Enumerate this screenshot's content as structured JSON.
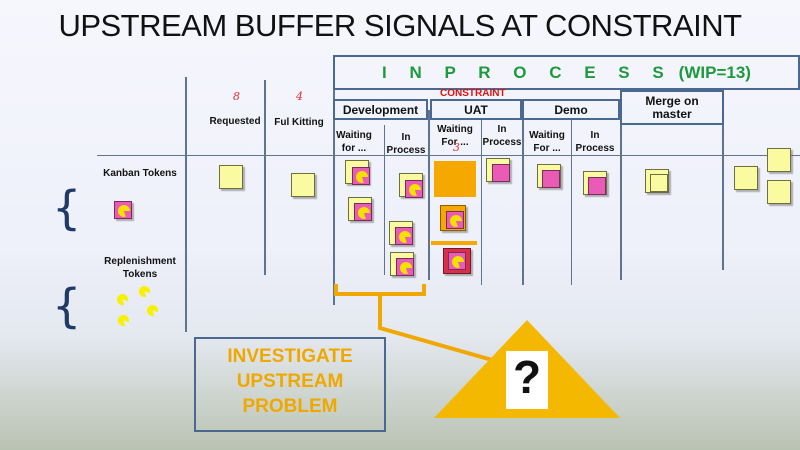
{
  "title": "UPSTREAM BUFFER SIGNALS AT CONSTRAINT",
  "in_process": {
    "label": "I N P R O C E S S",
    "wip": "(WIP=13)"
  },
  "constraint_label": "CONSTRAINT",
  "columns": {
    "requested": {
      "label": "Requested",
      "limit": "8"
    },
    "ful_kitting": {
      "label": "Ful Kitting",
      "limit": "4"
    },
    "development": {
      "label": "Development",
      "waiting": "Waiting for ...",
      "in_process": "In Process"
    },
    "uat": {
      "label": "UAT",
      "waiting": "Waiting For ...",
      "waiting_limit": "3",
      "in_process": "In Process"
    },
    "demo": {
      "label": "Demo",
      "waiting": "Waiting For ...",
      "in_process": "In Process"
    },
    "merge": {
      "label": "Merge on master"
    }
  },
  "rows": {
    "kanban_tokens": "Kanban Tokens",
    "replenishment_tokens": "Replenishment Tokens"
  },
  "callout": {
    "text": "INVESTIGATE UPSTREAM PROBLEM",
    "symbol": "?"
  },
  "colors": {
    "card_yellow": "#fafaa0",
    "card_pink": "#e95bb4",
    "buffer_orange": "#f5a800",
    "in_process_green": "#1d9a3d",
    "constraint_red": "#e01010",
    "board_lines": "#5e7590"
  }
}
